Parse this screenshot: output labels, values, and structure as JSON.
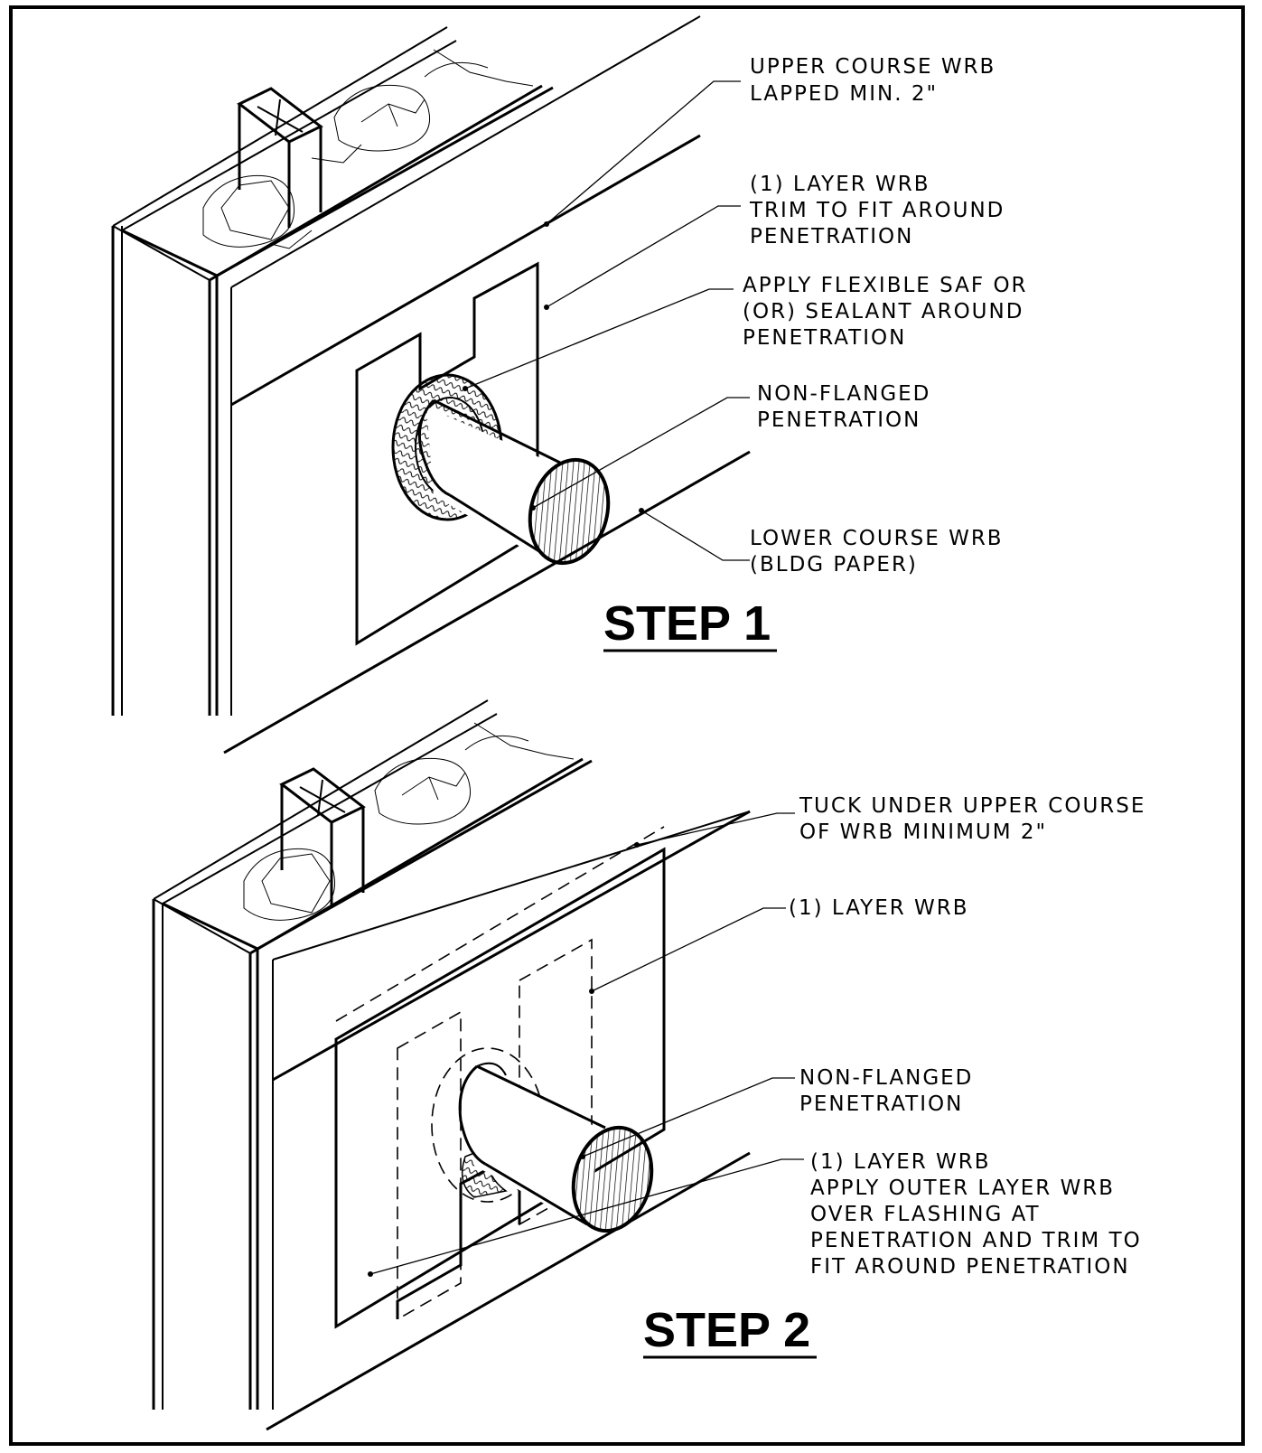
{
  "step1": {
    "title": "STEP 1",
    "notes": {
      "upper_course_1": "UPPER COURSE WRB",
      "upper_course_2": "LAPPED MIN. 2\"",
      "layer_1": "(1) LAYER WRB",
      "layer_2": "TRIM TO FIT AROUND",
      "layer_3": "PENETRATION",
      "apply_1": "APPLY FLEXIBLE SAF OR",
      "apply_2": "(OR) SEALANT AROUND",
      "apply_3": "PENETRATION",
      "nonflanged_1": "NON-FLANGED",
      "nonflanged_2": "PENETRATION",
      "lower_1": "LOWER COURSE WRB",
      "lower_2": "(BLDG PAPER)"
    }
  },
  "step2": {
    "title": "STEP 2",
    "notes": {
      "tuck_1": "TUCK UNDER UPPER COURSE",
      "tuck_2": "OF WRB MINIMUM 2\"",
      "layer": "(1) LAYER WRB",
      "nonflanged_1": "NON-FLANGED",
      "nonflanged_2": "PENETRATION",
      "outer_1": "(1) LAYER WRB",
      "outer_2": "APPLY OUTER LAYER WRB",
      "outer_3": "OVER FLASHING AT",
      "outer_4": "PENETRATION AND TRIM TO",
      "outer_5": "FIT AROUND PENETRATION"
    }
  }
}
